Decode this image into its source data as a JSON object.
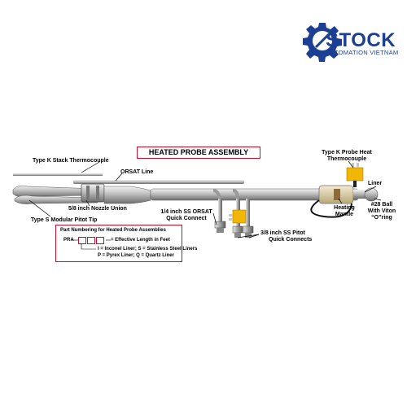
{
  "brand": {
    "name": "STOCK",
    "tagline": "AUTOMATION VIETNAM",
    "color": "#1d3f93"
  },
  "diagram": {
    "title": "HEATED PROBE ASSEMBLY",
    "accent_color": "#c8102e",
    "labels": {
      "stack_thermocouple": "Type K Stack Thermocouple",
      "orsat_line": "ORSAT Line",
      "nozzle_union": "5/8 inch Nozzle Union",
      "pitot_tip": "Type S Modular Pitot Tip",
      "orsat_quick_connect_1": "1/4 inch SS ORSAT",
      "orsat_quick_connect_2": "Quick Connect",
      "pitot_quick_connects_1": "3/8 inch SS Pitot",
      "pitot_quick_connects_2": "Quick Connects",
      "probe_heat_thermocouple_1": "Type K Probe Heat",
      "probe_heat_thermocouple_2": "Thermocouple",
      "liner": "Liner",
      "heating_mantle_1": "Heating",
      "heating_mantle_2": "Mantle",
      "ball_1": "#28 Ball",
      "ball_2": "With Viton",
      "ball_3": "“O”ring"
    },
    "part_numbering": {
      "heading": "Part Numbering for Heated Probe Assemblies",
      "prefix": "PRA",
      "length_note": "= Effective Length in Feet",
      "liner_codes_1": "I = Inconel Liner; S = Stainless Steel Liners",
      "liner_codes_2": "P = Pyrex Liner; Q = Quartz Liner"
    }
  }
}
